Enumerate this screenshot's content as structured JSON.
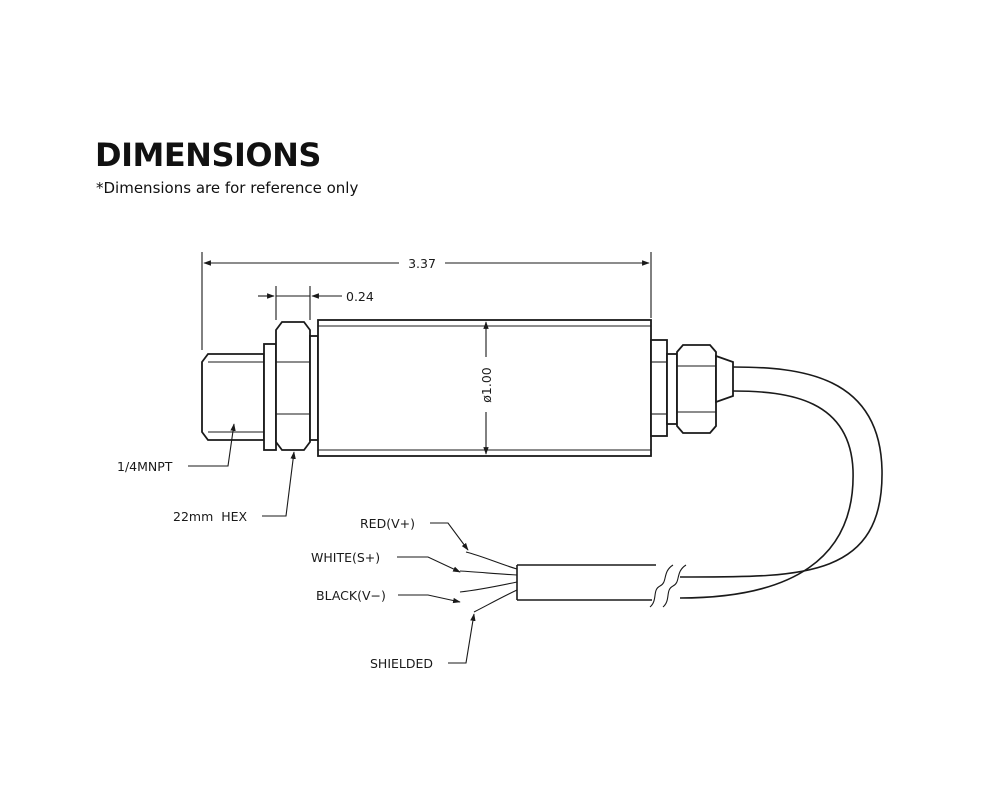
{
  "header": {
    "title": "DIMENSIONS",
    "subtitle": "*Dimensions are for reference only"
  },
  "dimensions": {
    "overall_length": "3.37",
    "hex_width": "0.24",
    "body_diameter": "ø1.00"
  },
  "callouts": {
    "thread": "1/4MNPT",
    "hex": "22mm  HEX",
    "red": "RED(V+)",
    "white": "WHITE(S+)",
    "black": "BLACK(V−)",
    "shield": "SHIELDED"
  }
}
